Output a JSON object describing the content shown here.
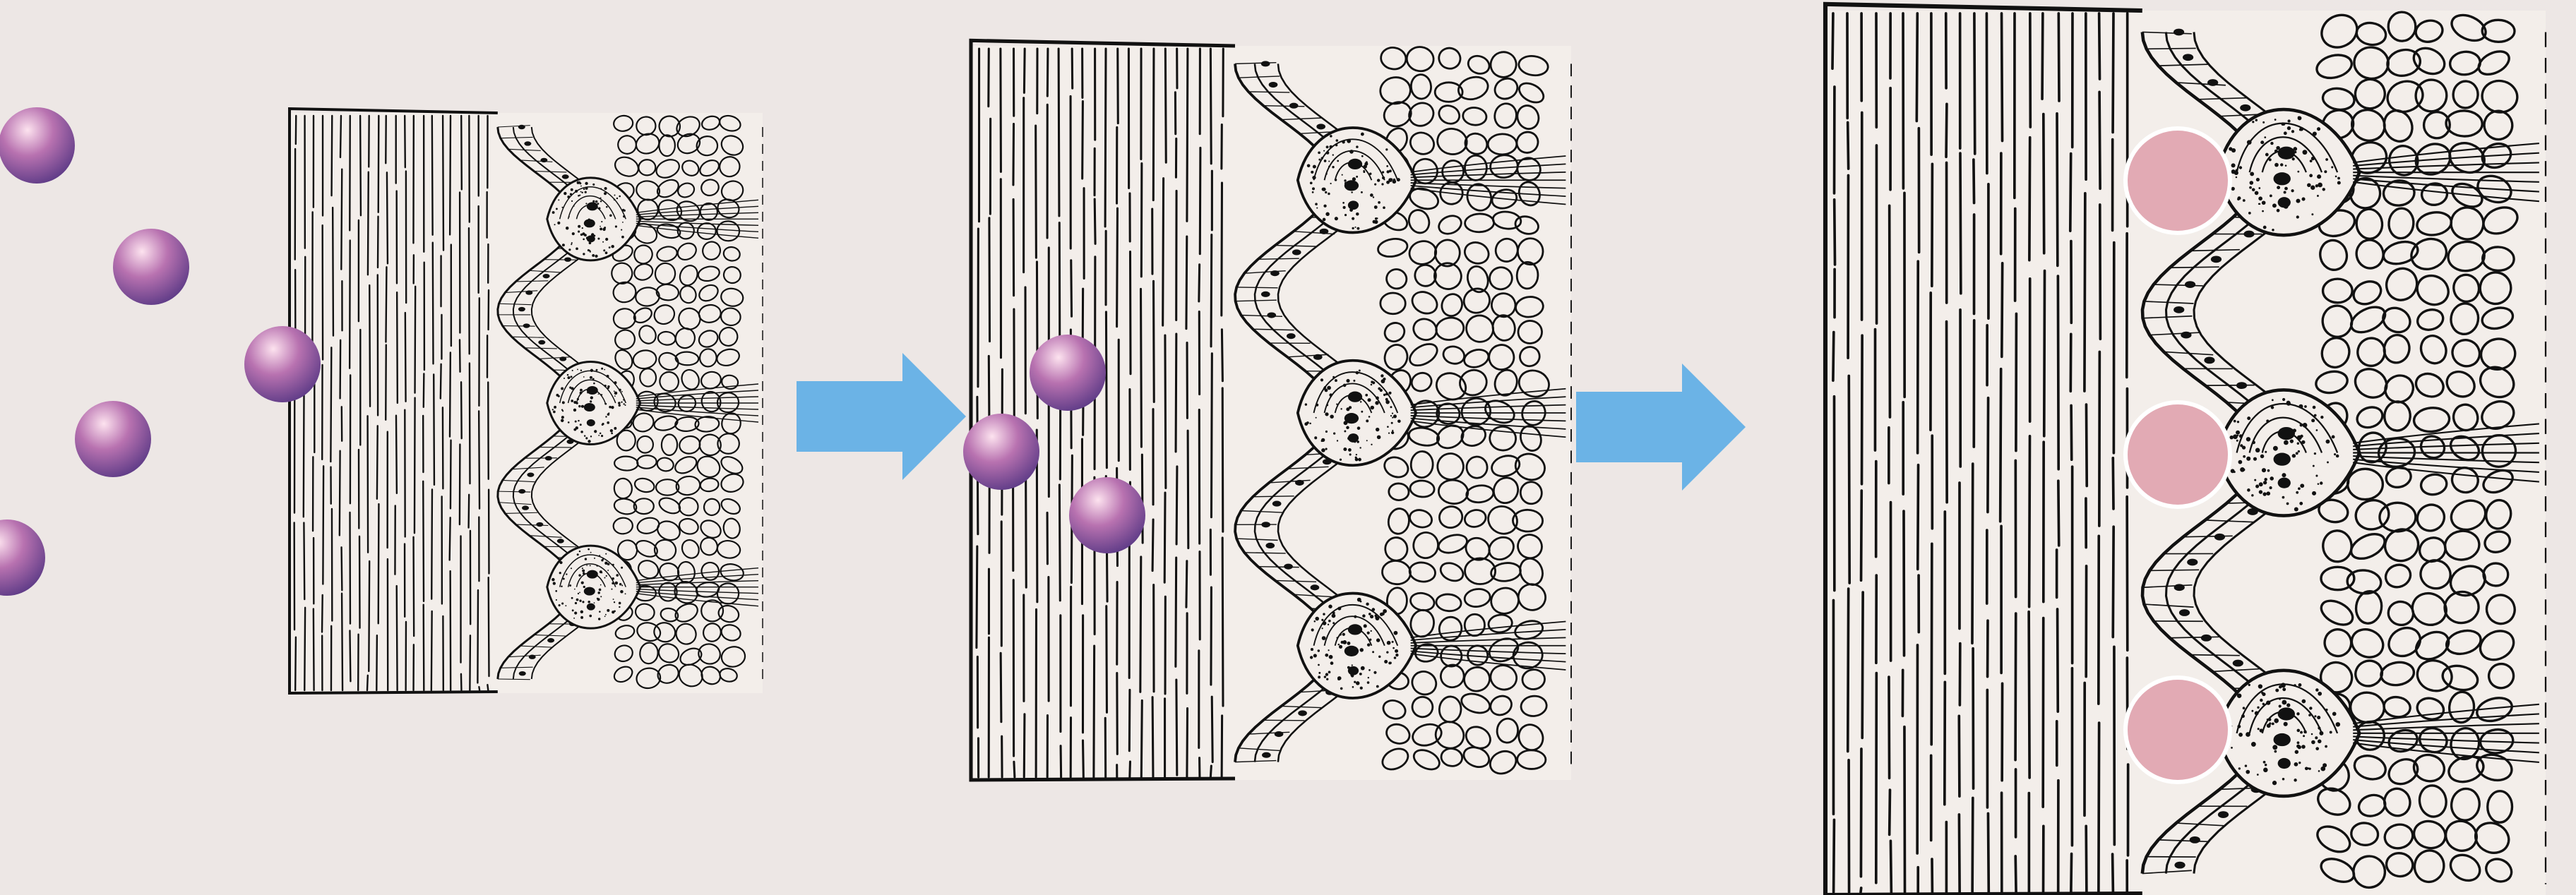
{
  "diagram": {
    "background": "#ede7e5",
    "line_color": "#111111",
    "tissue_fill": "#f3eeea",
    "particle_color": "#b872b0",
    "particle_highlight": "#fde3ef",
    "particle_shadow": "#5c3a86",
    "bound_particle_color": "#e2aab4",
    "arrow_color": "#6bb3e6",
    "stages": [
      {
        "id": "stage-1",
        "description_shown": false,
        "particles": "free"
      },
      {
        "id": "stage-2",
        "description_shown": false,
        "particles": "approaching"
      },
      {
        "id": "stage-3",
        "description_shown": false,
        "particles": "bound"
      }
    ],
    "arrows": [
      {
        "id": "arrow-1",
        "direction": "right"
      },
      {
        "id": "arrow-2",
        "direction": "right"
      }
    ]
  }
}
